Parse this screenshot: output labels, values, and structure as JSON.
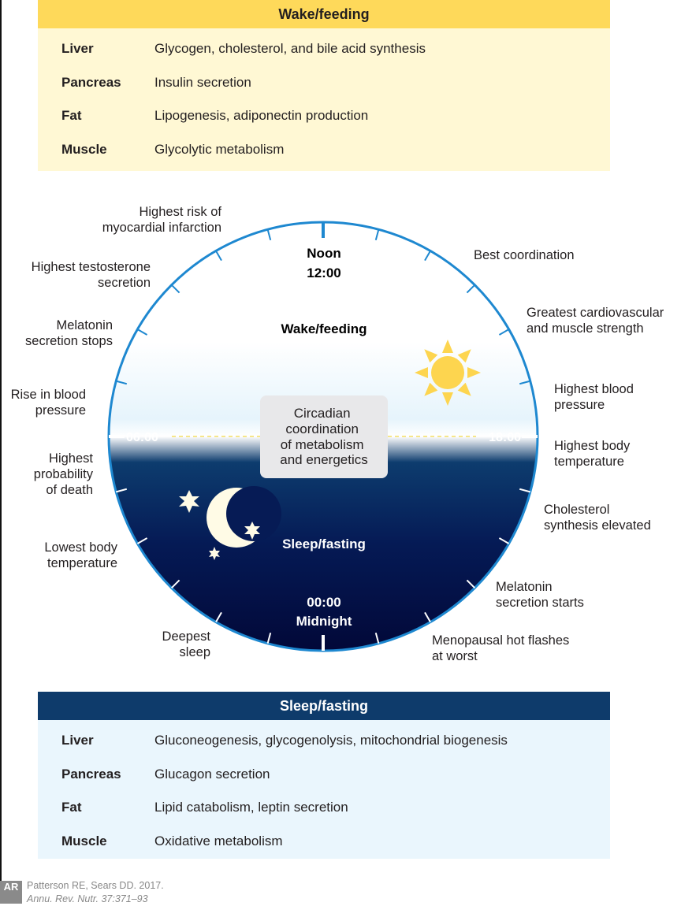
{
  "wake_table": {
    "title": "Wake/feeding",
    "rows": [
      {
        "organ": "Liver",
        "function": "Glycogen, cholesterol, and bile acid synthesis"
      },
      {
        "organ": "Pancreas",
        "function": "Insulin secretion"
      },
      {
        "organ": "Fat",
        "function": "Lipogenesis, adiponectin production"
      },
      {
        "organ": "Muscle",
        "function": "Glycolytic metabolism"
      }
    ]
  },
  "sleep_table": {
    "title": "Sleep/fasting",
    "rows": [
      {
        "organ": "Liver",
        "function": "Gluconeogenesis, glycogenolysis, mitochondrial biogenesis"
      },
      {
        "organ": "Pancreas",
        "function": "Glucagon secretion"
      },
      {
        "organ": "Fat",
        "function": "Lipid catabolism, leptin secretion"
      },
      {
        "organ": "Muscle",
        "function": "Oxidative metabolism"
      }
    ]
  },
  "clock": {
    "noon": "Noon",
    "t1200": "12:00",
    "wake": "Wake/feeding",
    "t0600": "06:00",
    "t1800": "18:00",
    "center": [
      "Circadian",
      "coordination",
      "of metabolism",
      "and energetics"
    ],
    "sleep": "Sleep/fasting",
    "t0000": "00:00",
    "midnight": "Midnight",
    "colors": {
      "ring": "#1e88d0",
      "sun": "#fdd54f",
      "moon": "#fffbe6",
      "night": "#020a3a",
      "dusk": "#0a3a6e",
      "dashes": "#f5e68a"
    }
  },
  "events": {
    "mi": [
      "Highest risk of",
      "myocardial infarction"
    ],
    "testosterone": [
      "Highest testosterone",
      "secretion"
    ],
    "melatonin_stops": [
      "Melatonin",
      "secretion stops"
    ],
    "bp_rise": [
      "Rise in blood",
      "pressure"
    ],
    "death": [
      "Highest",
      "probability",
      "of death"
    ],
    "low_temp": [
      "Lowest body",
      "temperature"
    ],
    "deep_sleep": [
      "Deepest",
      "sleep"
    ],
    "coordination": [
      "Best coordination"
    ],
    "strength": [
      "Greatest cardiovascular",
      "and muscle strength"
    ],
    "high_bp": [
      "Highest blood",
      "pressure"
    ],
    "high_temp": [
      "Highest body",
      "temperature"
    ],
    "cholesterol": [
      "Cholesterol",
      "synthesis elevated"
    ],
    "melatonin_starts": [
      "Melatonin",
      "secretion starts"
    ],
    "hot_flashes": [
      "Menopausal hot flashes",
      "at worst"
    ]
  },
  "citation": {
    "line1": "Patterson RE, Sears DD. 2017.",
    "line2": "Annu. Rev. Nutr. 37:371–93",
    "logo": "AR"
  }
}
